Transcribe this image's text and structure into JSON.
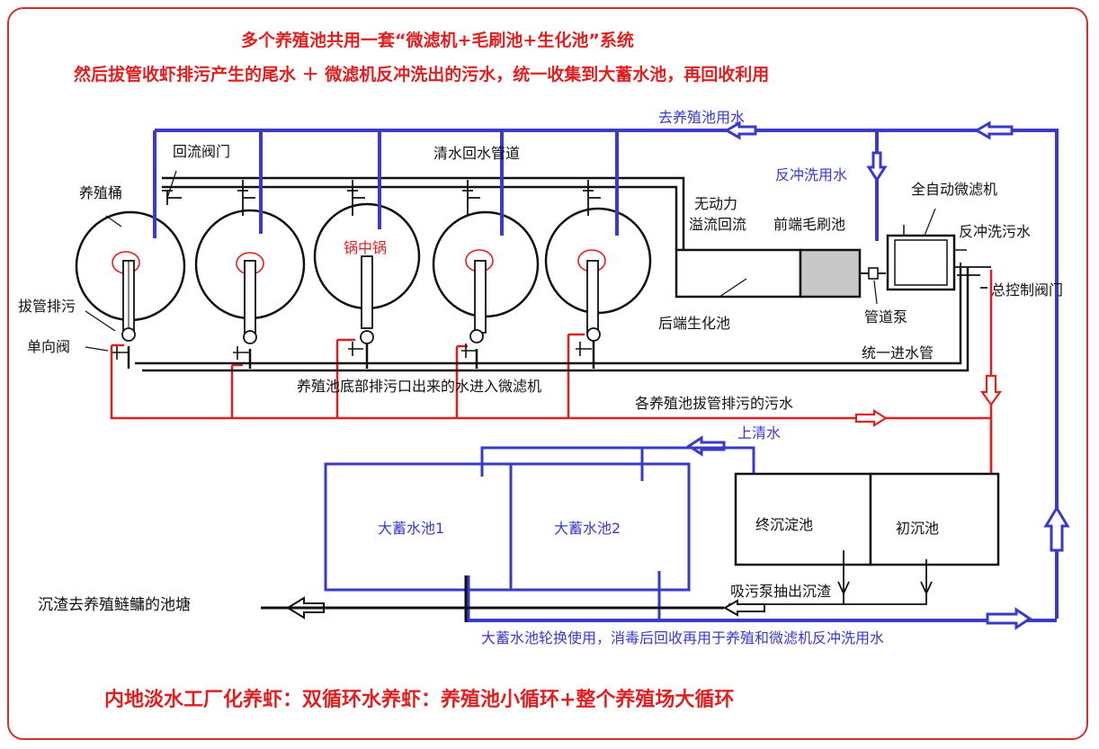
{
  "header": {
    "line1": "多个养殖池共用一套“微滤机+毛刷池+生化池”系统",
    "line2": "然后拔管收虾排污产生的尾水 ＋ 微滤机反冲洗出的污水，统一收集到大蓄水池，再回收利用"
  },
  "labels": {
    "supply_water": "去养殖池用水",
    "backflow_valve": "回流阀门",
    "clean_return_pipe": "清水回水管道",
    "backwash_water": "反冲洗用水",
    "auto_filter": "全自动微滤机",
    "culture_tank": "养殖桶",
    "no_power": "无动力",
    "overflow_return": "溢流回流",
    "front_brush_pool": "前端毛刷池",
    "backwash_sewage": "反冲洗污水",
    "tank_in_tank": "锅中锅",
    "main_valve": "总控制阀门",
    "pull_pipe_drain": "拔管排污",
    "pipeline_pump": "管道泵",
    "check_valve": "单向阀",
    "rear_bio_pool": "后端生化池",
    "unified_inlet": "统一进水管",
    "bottom_drain_text": "养殖池底部排污口出来的水进入微滤机",
    "tank_sewage_text": "各养殖池拔管排污的污水",
    "upper_clear_water": "上清水",
    "reservoir1": "大蓄水池1",
    "reservoir2": "大蓄水池2",
    "final_settling": "终沉淀池",
    "primary_settling": "初沉池",
    "sludge_pump": "吸污泵抽出沉渣",
    "sediment_to_pond": "沉渣去养殖鲢鳙的池塘",
    "reservoir_note": "大蓄水池轮换使用，消毒后回收再用于养殖和微滤机反冲洗用水"
  },
  "footer": {
    "title": "内地淡水工厂化养虾：双循环水养虾：养殖池小循环+整个养殖场大循环"
  },
  "colors": {
    "frame_red": "#d03030",
    "title_red": "#e02020",
    "pipe_blue": "#3a3ac8",
    "pipe_black": "#111111",
    "brush_pool_gray": "#c8c8c8"
  }
}
